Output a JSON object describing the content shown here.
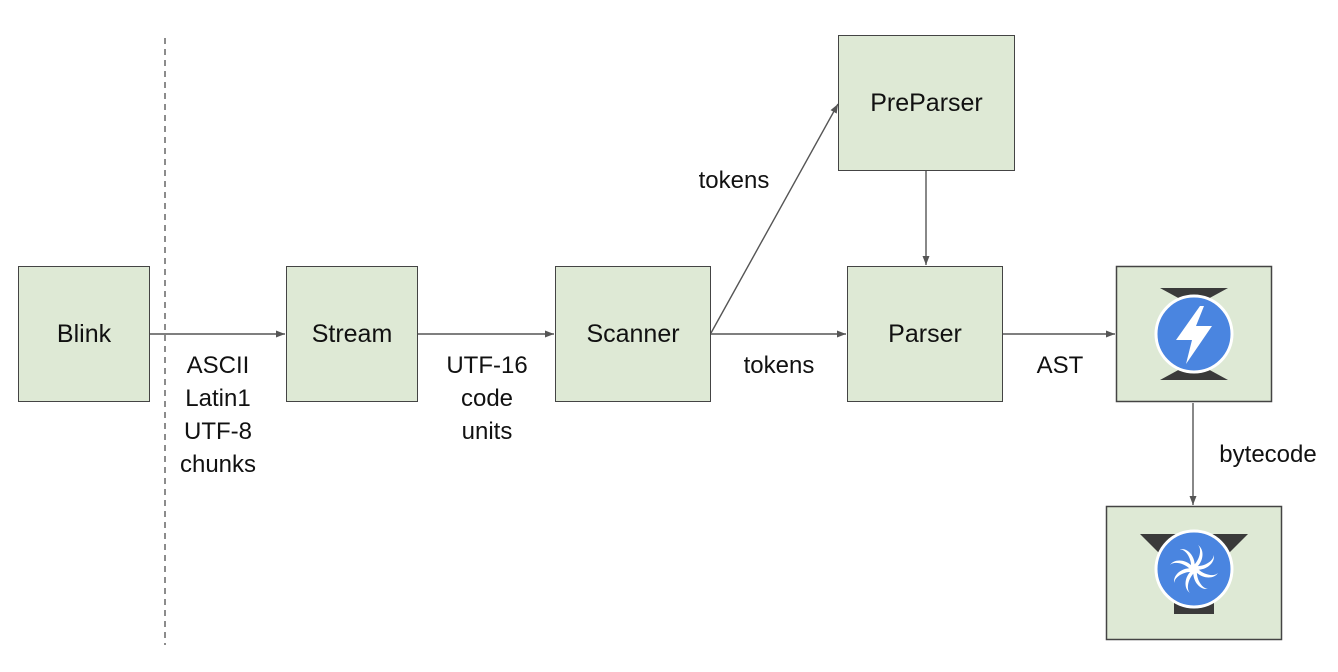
{
  "nodes": {
    "blink": "Blink",
    "stream": "Stream",
    "scanner": "Scanner",
    "preparser": "PreParser",
    "parser": "Parser",
    "ignition_icon": "ignition-icon",
    "turbofan_icon": "turbofan-icon"
  },
  "edges": {
    "blink_stream": [
      "ASCII",
      "Latin1",
      "UTF-8",
      "chunks"
    ],
    "stream_scanner": [
      "UTF-16",
      "code",
      "units"
    ],
    "scanner_preparser": "tokens",
    "scanner_parser": "tokens",
    "parser_ignition": "AST",
    "ignition_turbofan": "bytecode"
  },
  "colors": {
    "box_fill": "#dee9d5",
    "box_stroke": "#444444",
    "arrow": "#555555",
    "icon_blue": "#4a85e0",
    "icon_dark": "#3a3a3a"
  }
}
